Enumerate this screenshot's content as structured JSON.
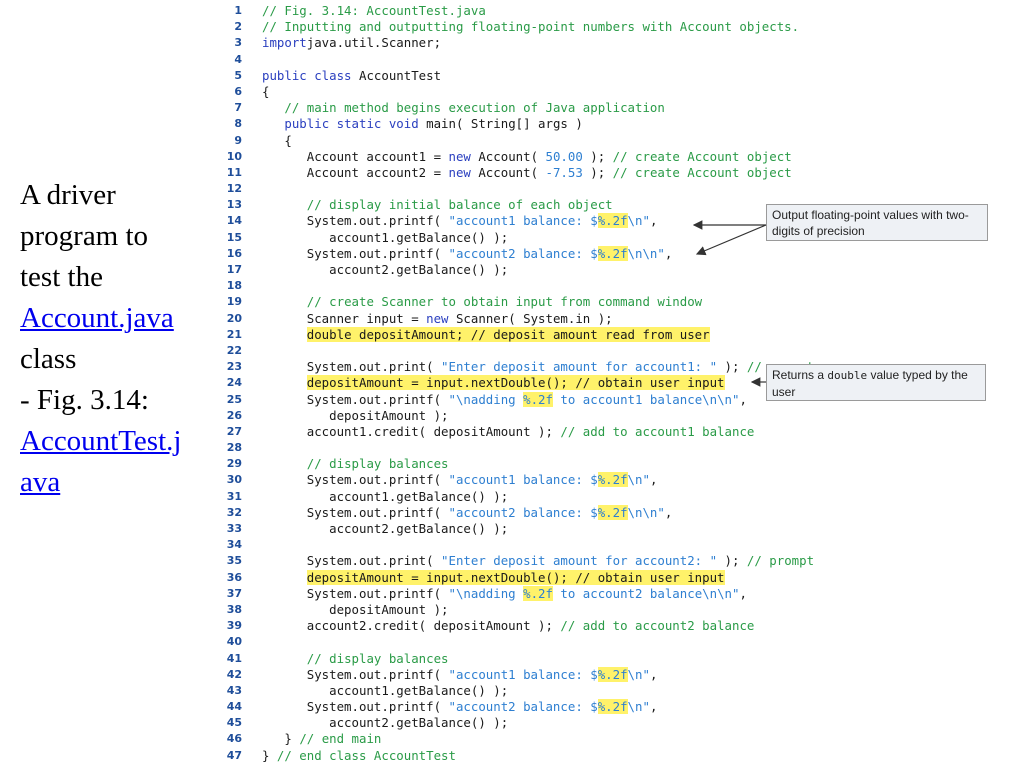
{
  "slide": {
    "text": {
      "l1": "A driver",
      "l2": "program to",
      "l3": "test the",
      "link1": "Account.java",
      "l5": "class",
      "l6": "- Fig. 3.14:",
      "link2a": "AccountTest.j",
      "link2b": "ava"
    }
  },
  "callouts": {
    "precision": "Output floating-point values with two-digits of precision",
    "double_pre": "Returns a ",
    "double_code": "double",
    "double_post": " value typed by the user"
  },
  "code": {
    "lines": [
      [
        [
          "c",
          "// Fig. 3.14: AccountTest.java"
        ]
      ],
      [
        [
          "c",
          "// Inputting and outputting floating-point numbers with Account objects."
        ]
      ],
      [
        [
          "k",
          "import"
        ],
        [
          "",
          "java.util.Scanner;"
        ]
      ],
      [],
      [
        [
          "k",
          "public class"
        ],
        [
          "",
          " AccountTest"
        ]
      ],
      [
        [
          "",
          "{"
        ]
      ],
      [
        [
          "",
          "   "
        ],
        [
          "c",
          "// main method begins execution of Java application"
        ]
      ],
      [
        [
          "",
          "   "
        ],
        [
          "k",
          "public static void"
        ],
        [
          "",
          " main( String[] args )"
        ]
      ],
      [
        [
          "",
          "   {"
        ]
      ],
      [
        [
          "",
          "      Account account1 = "
        ],
        [
          "k",
          "new"
        ],
        [
          "",
          " Account( "
        ],
        [
          "s",
          "50.00"
        ],
        [
          "",
          " ); "
        ],
        [
          "c",
          "// create Account object"
        ]
      ],
      [
        [
          "",
          "      Account account2 = "
        ],
        [
          "k",
          "new"
        ],
        [
          "",
          " Account( "
        ],
        [
          "s",
          "-7.53"
        ],
        [
          "",
          " ); "
        ],
        [
          "c",
          "// create Account object"
        ]
      ],
      [],
      [
        [
          "",
          "      "
        ],
        [
          "c",
          "// display initial balance of each object"
        ]
      ],
      [
        [
          "",
          "      System.out.printf( "
        ],
        [
          "s",
          "\"account1 balance: $"
        ],
        [
          "hs",
          "%.2f"
        ],
        [
          "s",
          "\\n\""
        ],
        [
          ",",
          ","
        ]
      ],
      [
        [
          "",
          "         account1.getBalance() );"
        ]
      ],
      [
        [
          "",
          "      System.out.printf( "
        ],
        [
          "s",
          "\"account2 balance: $"
        ],
        [
          "hs",
          "%.2f"
        ],
        [
          "s",
          "\\n\\n\""
        ],
        [
          "",
          ","
        ]
      ],
      [
        [
          "",
          "         account2.getBalance() );"
        ]
      ],
      [],
      [
        [
          "",
          "      "
        ],
        [
          "c",
          "// create Scanner to obtain input from command window"
        ]
      ],
      [
        [
          "",
          "      Scanner input = "
        ],
        [
          "k",
          "new"
        ],
        [
          "",
          " Scanner( System.in );"
        ]
      ],
      [
        [
          "",
          "      "
        ],
        [
          "h",
          "double depositAmount; // deposit amount read from user"
        ]
      ],
      [],
      [
        [
          "",
          "      System.out.print( "
        ],
        [
          "s",
          "\"Enter deposit amount for account1: \""
        ],
        [
          "",
          " ); "
        ],
        [
          "c",
          "// prompt"
        ]
      ],
      [
        [
          "",
          "      "
        ],
        [
          "h",
          "depositAmount = input.nextDouble(); // obtain user input"
        ]
      ],
      [
        [
          "",
          "      System.out.printf( "
        ],
        [
          "s",
          "\"\\nadding "
        ],
        [
          "hs",
          "%.2f"
        ],
        [
          "s",
          " to account1 balance\\n\\n\""
        ],
        [
          "",
          ","
        ]
      ],
      [
        [
          "",
          "         depositAmount );"
        ]
      ],
      [
        [
          "",
          "      account1.credit( depositAmount ); "
        ],
        [
          "c",
          "// add to account1 balance"
        ]
      ],
      [],
      [
        [
          "",
          "      "
        ],
        [
          "c",
          "// display balances"
        ]
      ],
      [
        [
          "",
          "      System.out.printf( "
        ],
        [
          "s",
          "\"account1 balance: $"
        ],
        [
          "hs",
          "%.2f"
        ],
        [
          "s",
          "\\n\""
        ],
        [
          "",
          ","
        ]
      ],
      [
        [
          "",
          "         account1.getBalance() );"
        ]
      ],
      [
        [
          "",
          "      System.out.printf( "
        ],
        [
          "s",
          "\"account2 balance: $"
        ],
        [
          "hs",
          "%.2f"
        ],
        [
          "s",
          "\\n\\n\""
        ],
        [
          "",
          ","
        ]
      ],
      [
        [
          "",
          "         account2.getBalance() );"
        ]
      ],
      [],
      [
        [
          "",
          "      System.out.print( "
        ],
        [
          "s",
          "\"Enter deposit amount for account2: \""
        ],
        [
          "",
          " ); "
        ],
        [
          "c",
          "// prompt"
        ]
      ],
      [
        [
          "",
          "      "
        ],
        [
          "h",
          "depositAmount = input.nextDouble(); // obtain user input"
        ]
      ],
      [
        [
          "",
          "      System.out.printf( "
        ],
        [
          "s",
          "\"\\nadding "
        ],
        [
          "hs",
          "%.2f"
        ],
        [
          "s",
          " to account2 balance\\n\\n\""
        ],
        [
          "",
          ","
        ]
      ],
      [
        [
          "",
          "         depositAmount );"
        ]
      ],
      [
        [
          "",
          "      account2.credit( depositAmount ); "
        ],
        [
          "c",
          "// add to account2 balance"
        ]
      ],
      [],
      [
        [
          "",
          "      "
        ],
        [
          "c",
          "// display balances"
        ]
      ],
      [
        [
          "",
          "      System.out.printf( "
        ],
        [
          "s",
          "\"account1 balance: $"
        ],
        [
          "hs",
          "%.2f"
        ],
        [
          "s",
          "\\n\""
        ],
        [
          "",
          ","
        ]
      ],
      [
        [
          "",
          "         account1.getBalance() );"
        ]
      ],
      [
        [
          "",
          "      System.out.printf( "
        ],
        [
          "s",
          "\"account2 balance: $"
        ],
        [
          "hs",
          "%.2f"
        ],
        [
          "s",
          "\\n\""
        ],
        [
          "",
          ","
        ]
      ],
      [
        [
          "",
          "         account2.getBalance() );"
        ]
      ],
      [
        [
          "",
          "   } "
        ],
        [
          "c",
          "// end main"
        ]
      ],
      [
        [
          "",
          "} "
        ],
        [
          "c",
          "// end class AccountTest"
        ]
      ]
    ]
  }
}
